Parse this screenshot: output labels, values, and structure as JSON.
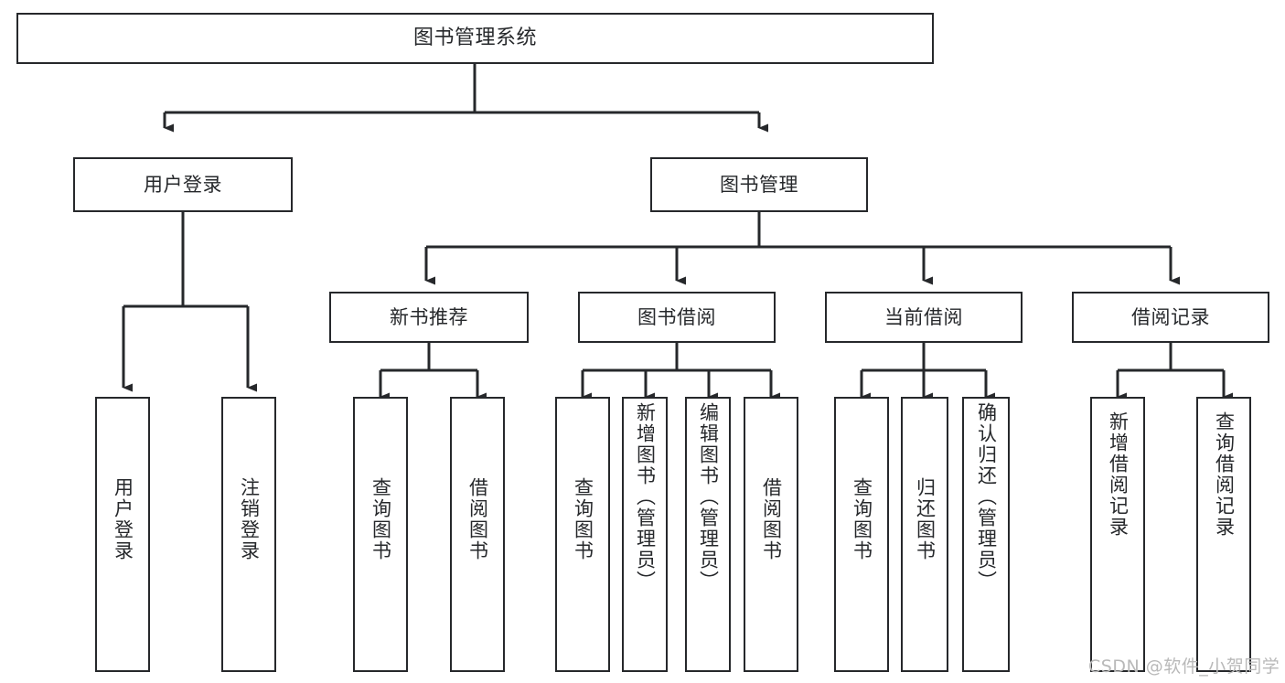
{
  "diagram": {
    "title": "图书管理系统",
    "watermark": "CSDN @软件_小贺同学",
    "line_color": "#26282b",
    "box_fill": "#ffffff",
    "text_color": "#26282b",
    "watermark_color": "#b9b9b9",
    "nodes": {
      "root": "图书管理系统",
      "level1": [
        "用户登录",
        "图书管理"
      ],
      "level2": [
        "新书推荐",
        "图书借阅",
        "当前借阅",
        "借阅记录"
      ],
      "leaves": {
        "user_login": [
          "用户登录",
          "注销登录"
        ],
        "new_book": [
          "查询图书",
          "借阅图书"
        ],
        "book_borrow": [
          "查询图书",
          "新增图书（管理员）",
          "编辑图书（管理员）",
          "借阅图书"
        ],
        "current_borrow": [
          "查询图书",
          "归还图书",
          "确认归还（管理员）"
        ],
        "borrow_record": [
          "新增借阅记录",
          "查询借阅记录"
        ]
      }
    }
  }
}
